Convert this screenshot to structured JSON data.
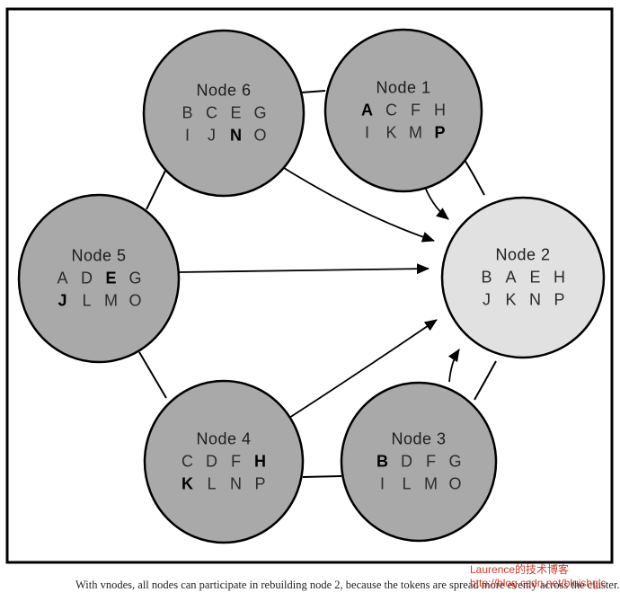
{
  "figure": {
    "caption": "With vnodes, all nodes can participate in rebuilding node 2, because the tokens are spread more evenly across the cluster."
  },
  "watermark": {
    "line1": "Laurence的技术博客",
    "line2": "http://blog.csdn.net/bluishglc",
    "color": "#d43a2a"
  },
  "colors": {
    "node_default": "#a9a9a9",
    "node_highlight": "#e1e1e1",
    "stroke": "#000000"
  },
  "nodes": [
    {
      "id": "node-6",
      "title": "Node 6",
      "row1": "B C E G",
      "row2": "I J N O",
      "bold": [
        "N"
      ]
    },
    {
      "id": "node-1",
      "title": "Node 1",
      "row1": "A C F H",
      "row2": "I K M P",
      "bold": [
        "A",
        "P"
      ]
    },
    {
      "id": "node-5",
      "title": "Node 5",
      "row1": "A D E G",
      "row2": "J L M O",
      "bold": [
        "E",
        "J"
      ]
    },
    {
      "id": "node-2",
      "title": "Node 2",
      "row1": "B A E H",
      "row2": "J K N P",
      "bold": [],
      "highlight": true
    },
    {
      "id": "node-4",
      "title": "Node 4",
      "row1": "C D F H",
      "row2": "K L N P",
      "bold": [
        "H",
        "K"
      ]
    },
    {
      "id": "node-3",
      "title": "Node 3",
      "row1": "B D F G",
      "row2": "I L M O",
      "bold": [
        "B"
      ]
    }
  ],
  "edges": {
    "ring": [
      "node6-node1",
      "node1-node2",
      "node2-node3",
      "node3-node4",
      "node4-node5",
      "node5-node6"
    ],
    "rebuild_arrows": [
      "node1->node2",
      "node6->node2",
      "node5->node2",
      "node4->node2",
      "node3->node2"
    ]
  }
}
